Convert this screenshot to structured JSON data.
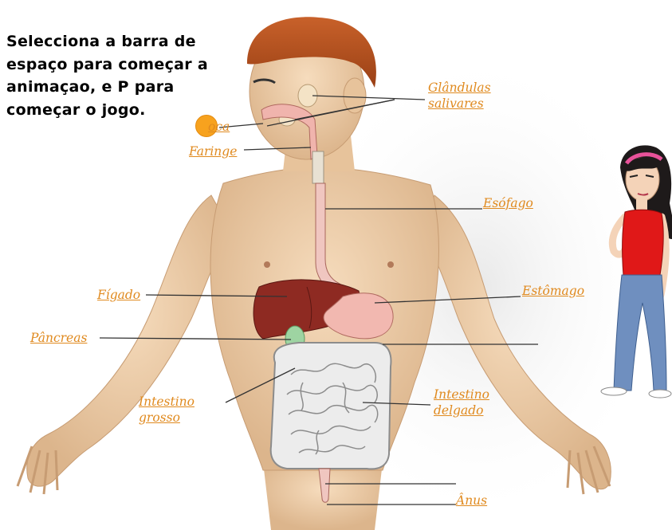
{
  "instructions": {
    "line1": "Selecciona a barra de",
    "line2": "espaço para começar a",
    "line3": "animaçao, e P para",
    "line4": "começar o jogo."
  },
  "labels": {
    "glandulas_l1": "Glândulas",
    "glandulas_l2": "salivares",
    "boca": "oca",
    "faringe": "Faringe",
    "esofago": "Esófago",
    "figado": "Fígado",
    "estomago": "Estômago",
    "pancreas": "Pâncreas",
    "intestino_grosso_l1": "Intestino",
    "intestino_grosso_l2": "grosso",
    "intestino_delgado_l1": "Intestino",
    "intestino_delgado_l2": "delgado",
    "anus": "Ânus"
  },
  "colors": {
    "label": "#e08a1f",
    "start_dot": "#f7a21e",
    "skin": "#f2d4b0",
    "hair": "#b5521f",
    "liver": "#8e2a22",
    "stomach": "#f2b8b0",
    "intestine": "#ececec",
    "shirt": "#e01818",
    "jeans": "#6f8fbf"
  }
}
